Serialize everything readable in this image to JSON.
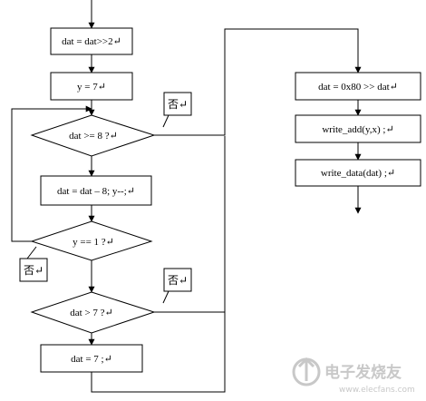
{
  "flowchart": {
    "process_boxes": [
      {
        "id": "shift",
        "text": "dat = dat>>2↵"
      },
      {
        "id": "set_y7",
        "text": "y = 7↵"
      },
      {
        "id": "sub8",
        "text": "dat = dat – 8; y--;↵"
      },
      {
        "id": "set_dat7",
        "text": "dat = 7 ;↵"
      },
      {
        "id": "or80",
        "text": "dat = 0x80 >> dat↵"
      },
      {
        "id": "write_add",
        "text": "write_add(y,x) ;↵"
      },
      {
        "id": "write_data",
        "text": "write_data(dat) ;↵"
      }
    ],
    "decisions": [
      {
        "id": "dat_ge_8",
        "text": "dat >= 8 ?↵"
      },
      {
        "id": "y_eq_1",
        "text": "y == 1 ?↵"
      },
      {
        "id": "dat_gt_7",
        "text": "dat > 7 ?↵"
      }
    ],
    "branch_labels": [
      {
        "id": "no_1",
        "text": "否↵"
      },
      {
        "id": "no_2",
        "text": "否↵"
      },
      {
        "id": "no_3",
        "text": "否↵"
      }
    ]
  },
  "watermark": {
    "text": "电子发烧友",
    "url": "www.elecfans.com",
    "color": "#c8c8c8"
  }
}
